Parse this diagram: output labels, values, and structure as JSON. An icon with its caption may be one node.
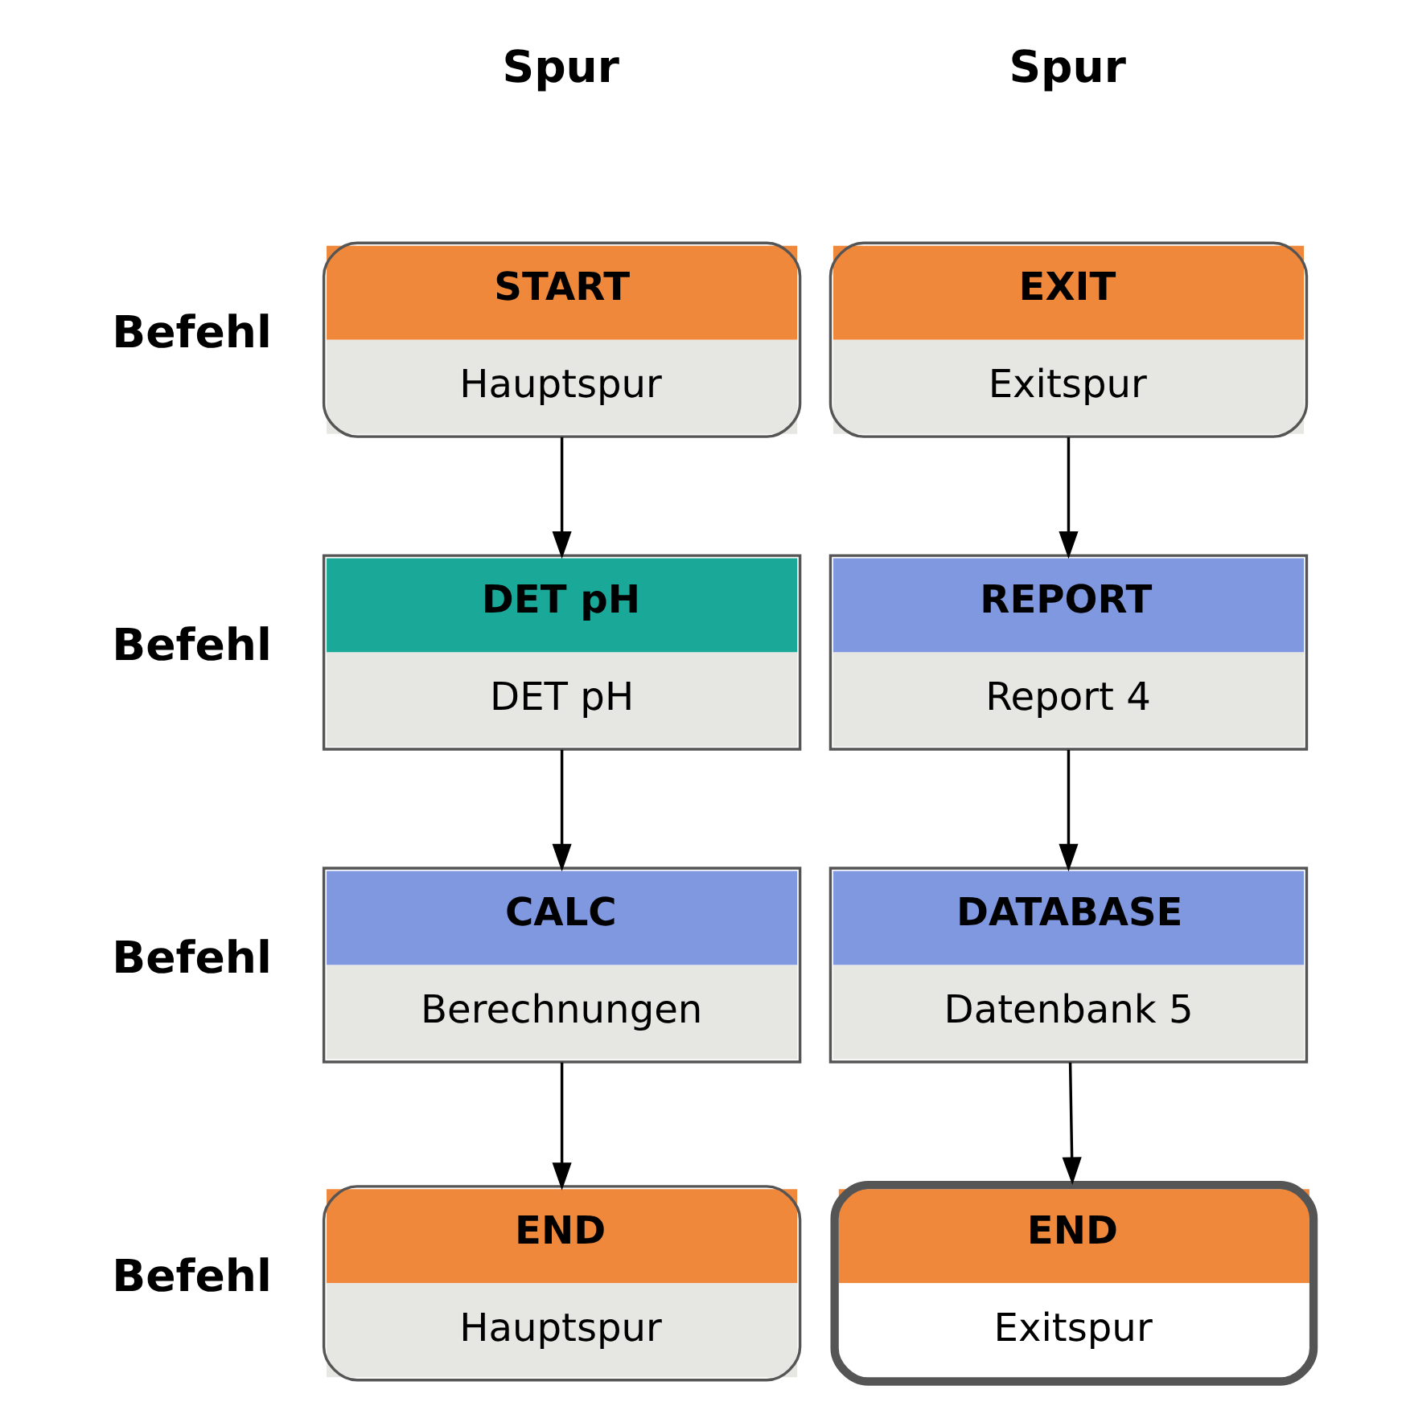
{
  "diagram": {
    "nodes": [
      {
        "text": [
          "START",
          "Hauptspur"
        ]
      },
      {
        "text": [
          "EXIT",
          "Exitspur"
        ]
      },
      {
        "text": [
          "DET pH",
          "DET pH"
        ]
      },
      {
        "text": [
          "REPORT",
          "Report 4"
        ]
      },
      {
        "text": [
          "CALC",
          "Berechnungen"
        ]
      },
      {
        "text": [
          "DATABASE",
          "Datenbank 5"
        ]
      },
      {
        "text": [
          "END",
          "Hauptspur"
        ]
      },
      {
        "text": [
          "END",
          "Exitspur"
        ]
      }
    ],
    "edges": [
      {
        "from": 0,
        "to": 2,
        "arrow": "to"
      },
      {
        "from": 1,
        "to": 3,
        "arrow": "to"
      },
      {
        "from": 2,
        "to": 4,
        "arrow": "to"
      },
      {
        "from": 3,
        "to": 5,
        "arrow": "to"
      },
      {
        "from": 4,
        "to": 6,
        "arrow": "to"
      },
      {
        "from": 5,
        "to": 7,
        "arrow": "to"
      }
    ],
    "labels": [
      "Spur",
      "Spur",
      "Befehl",
      "Befehl",
      "Befehl",
      "Befehl"
    ]
  }
}
